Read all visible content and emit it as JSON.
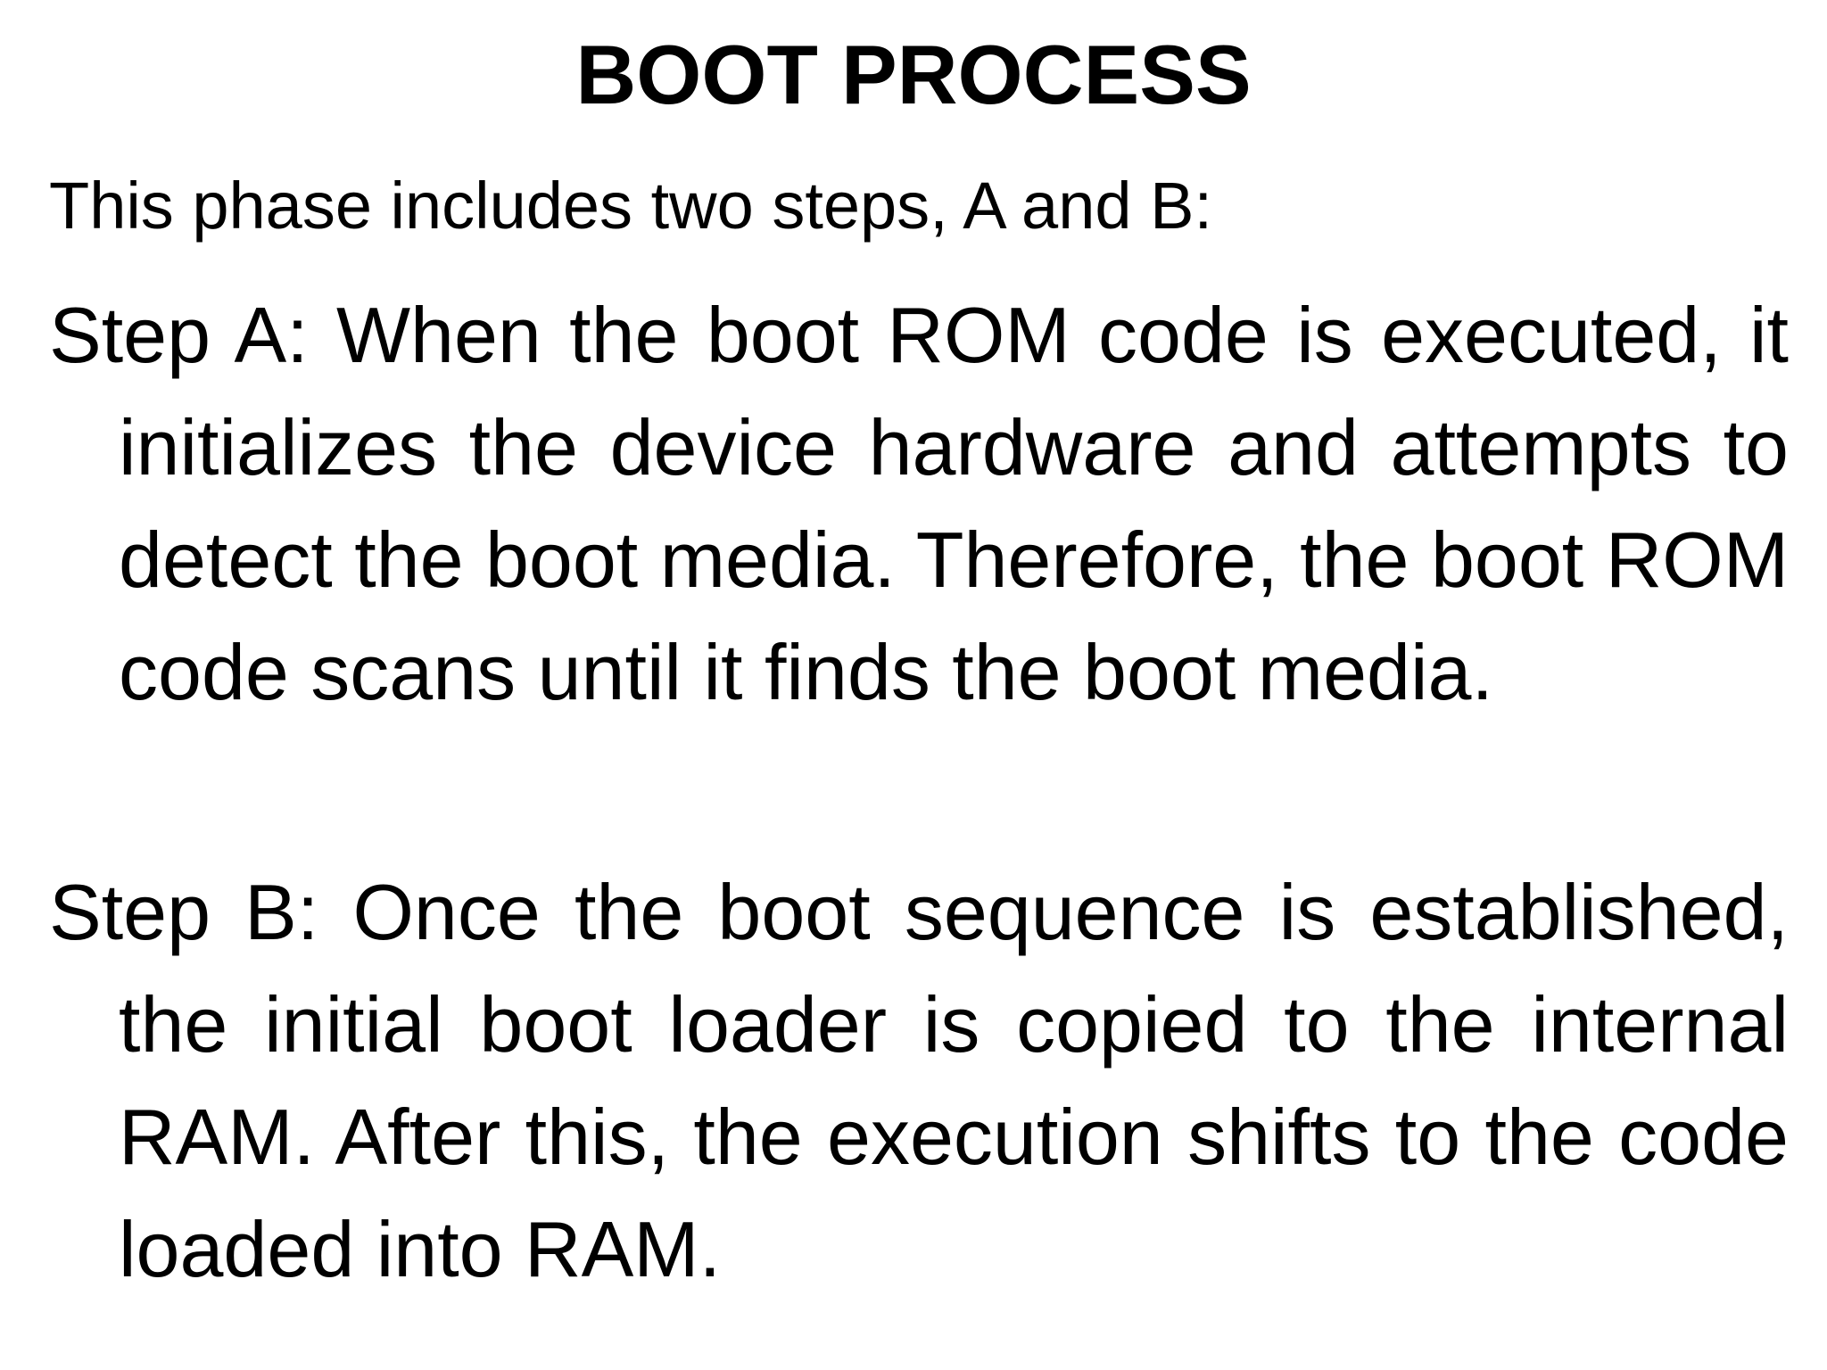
{
  "slide": {
    "title": "BOOT PROCESS",
    "intro": "This phase includes two steps, A and B:",
    "steps": [
      {
        "text": "Step A: When the boot ROM code is executed, it initializes the device hardware and attempts to detect the boot media. Therefore, the boot ROM code scans until it finds the boot media."
      },
      {
        "text": "Step B: Once the boot sequence is established, the initial boot loader is copied to the internal RAM. After this, the execution shifts to the code loaded into RAM."
      }
    ]
  }
}
